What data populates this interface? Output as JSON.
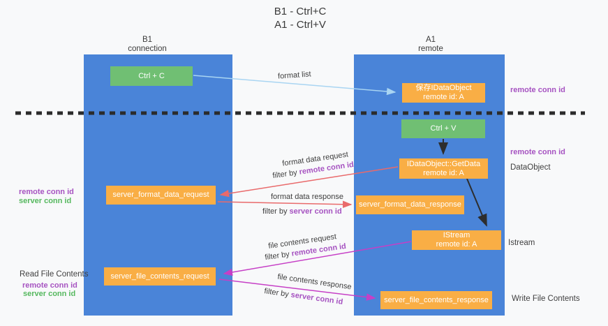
{
  "title": {
    "line1": "B1 - Ctrl+C",
    "line2": "A1 - Ctrl+V"
  },
  "columns": {
    "left": {
      "name": "B1",
      "subtitle": "connection"
    },
    "right": {
      "name": "A1",
      "subtitle": "remote"
    }
  },
  "boxes": {
    "ctrl_c": {
      "label": "Ctrl + C"
    },
    "ctrl_v": {
      "label": "Ctrl + V"
    },
    "save_dataobject": {
      "line1": "保存IDataObject",
      "line2": "remote id: A"
    },
    "getdata": {
      "line1": "IDataObject::GetData",
      "line2": "remote id: A"
    },
    "istream": {
      "line1": "IStream",
      "line2": "remote id: A"
    },
    "server_format_data_request": {
      "label": "server_format_data_request"
    },
    "server_format_data_response": {
      "label": "server_format_data_response"
    },
    "server_file_contents_request": {
      "label": "server_file_contents_request"
    },
    "server_file_contents_response": {
      "label": "server_file_contents_response"
    }
  },
  "flow_labels": {
    "format_list": "format list",
    "format_data_request": "format data request",
    "format_data_response": "format data response",
    "file_contents_request": "file contents request",
    "file_contents_response": "file contents response",
    "filter_by": "filter by ",
    "remote_conn_id": "remote conn id",
    "server_conn_id": "server conn id"
  },
  "side_labels": {
    "left_top": {
      "remote": "remote conn id",
      "server": "server conn id"
    },
    "left_bottom": {
      "title": "Read File Contents",
      "remote": "remote conn id",
      "server": "server conn id"
    },
    "right": {
      "remote_top": "remote conn id",
      "remote_mid": "remote conn id",
      "dataobject": "DataObject",
      "istream": "Istream",
      "write_file_contents": "Write File Contents"
    }
  },
  "colors": {
    "background": "#f8f9fa",
    "column_blue": "#4a84d8",
    "box_green": "#70bf73",
    "box_orange": "#f9ae45",
    "arrow_red": "#e96a6b",
    "arrow_magenta": "#c63fc6",
    "arrow_lightblue": "#a9d5f2",
    "arrow_black": "#2d2d2d",
    "text_purple": "#a653c1",
    "text_green": "#55b85e"
  }
}
